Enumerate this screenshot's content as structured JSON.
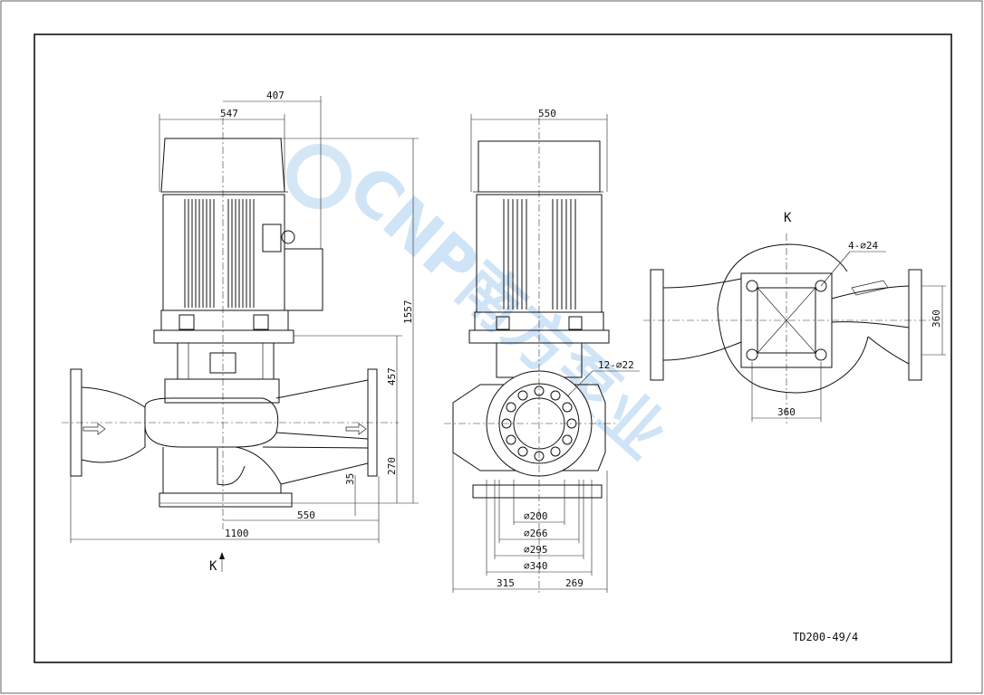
{
  "drawing": {
    "code": "TD200-49/4",
    "view_label_top": "K",
    "view_label_bottom": "K",
    "watermark": "CNP南方泵业"
  },
  "dims_side": {
    "d407": "407",
    "d547": "547",
    "d1557": "1557",
    "d457": "457",
    "d270": "270",
    "d35": "35",
    "d550": "550",
    "d1100": "1100"
  },
  "dims_front": {
    "d550": "550",
    "bolts": "12-⌀22",
    "phi200": "⌀200",
    "phi266": "⌀266",
    "phi295": "⌀295",
    "phi340": "⌀340",
    "d315": "315",
    "d269": "269"
  },
  "dims_plan": {
    "holes": "4-⌀24",
    "d360v": "360",
    "d360h": "360"
  },
  "colors": {
    "line": "#111111",
    "watermark": "#a9cfef"
  }
}
